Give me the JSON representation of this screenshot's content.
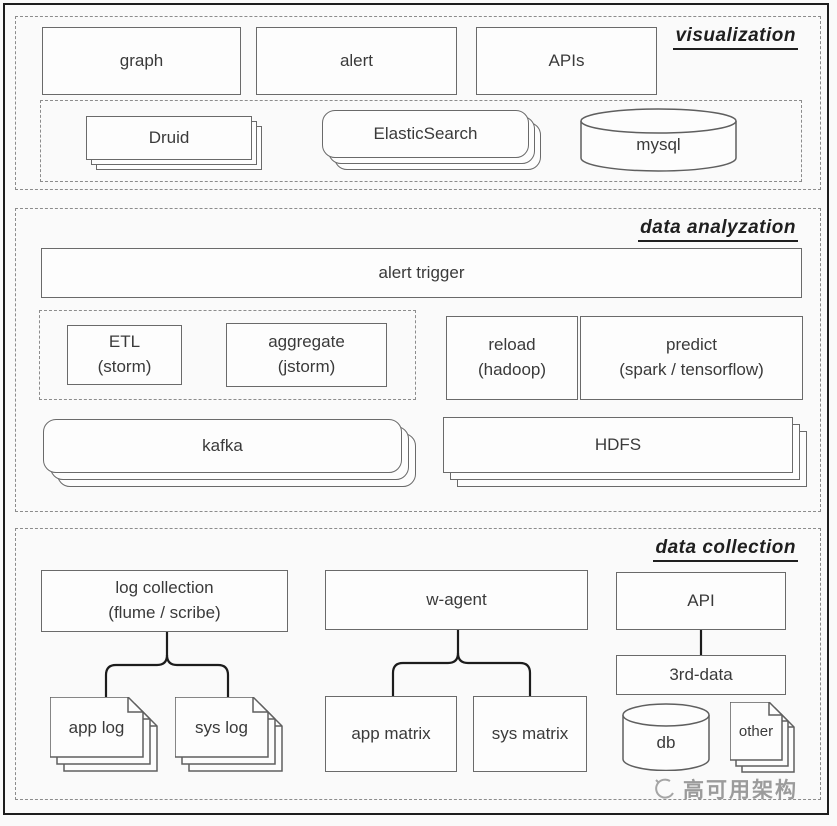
{
  "sections": {
    "visualization": {
      "title": "visualization",
      "graph": "graph",
      "alert": "alert",
      "apis": "APIs",
      "druid": "Druid",
      "elasticsearch": "ElasticSearch",
      "mysql": "mysql"
    },
    "analyzation": {
      "title": "data analyzation",
      "alert_trigger": "alert trigger",
      "etl_1": "ETL",
      "etl_2": "(storm)",
      "aggregate_1": "aggregate",
      "aggregate_2": "(jstorm)",
      "reload_1": "reload",
      "reload_2": "(hadoop)",
      "predict_1": "predict",
      "predict_2": "(spark / tensorflow)",
      "kafka": "kafka",
      "hdfs": "HDFS"
    },
    "collection": {
      "title": "data collection",
      "log_collection_1": "log collection",
      "log_collection_2": "(flume / scribe)",
      "w_agent": "w-agent",
      "api": "API",
      "third_data": "3rd-data",
      "app_log": "app log",
      "sys_log": "sys log",
      "app_matrix": "app matrix",
      "sys_matrix": "sys matrix",
      "db": "db",
      "other": "other"
    }
  },
  "watermark": {
    "text": "高可用架构"
  },
  "colors": {
    "background": "#fafafa",
    "frame": "#1d1d1d",
    "box_fill": "#fdfdfd",
    "box_border": "#6a6a6a",
    "dashed_border": "#8c8c8c",
    "connector": "#1c1c1c",
    "text": "#3a3a3a",
    "section_title": "#1f1f1f",
    "watermark_text": "#9b9b9b"
  }
}
